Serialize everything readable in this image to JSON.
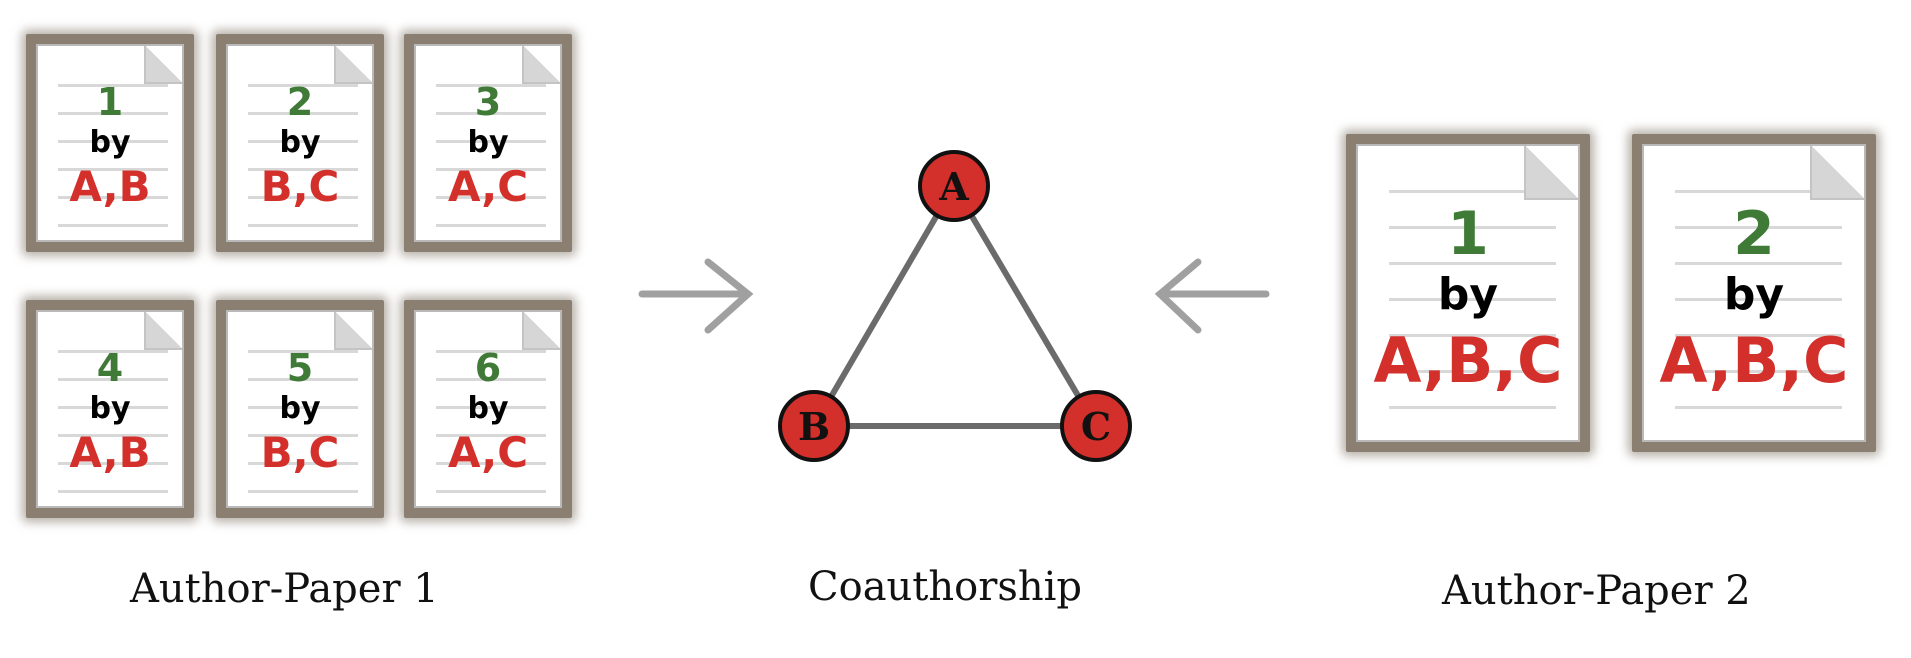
{
  "group1": {
    "caption": "Author-Paper 1",
    "papers": [
      {
        "num": "1",
        "by": "by",
        "authors": "A,B"
      },
      {
        "num": "2",
        "by": "by",
        "authors": "B,C"
      },
      {
        "num": "3",
        "by": "by",
        "authors": "A,C"
      },
      {
        "num": "4",
        "by": "by",
        "authors": "A,B"
      },
      {
        "num": "5",
        "by": "by",
        "authors": "B,C"
      },
      {
        "num": "6",
        "by": "by",
        "authors": "A,C"
      }
    ]
  },
  "center": {
    "caption": "Coauthorship",
    "nodes": [
      {
        "id": "A",
        "label": "A"
      },
      {
        "id": "B",
        "label": "B"
      },
      {
        "id": "C",
        "label": "C"
      }
    ],
    "edges": [
      [
        "A",
        "B"
      ],
      [
        "A",
        "C"
      ],
      [
        "B",
        "C"
      ]
    ]
  },
  "group2": {
    "caption": "Author-Paper 2",
    "papers": [
      {
        "num": "1",
        "by": "by",
        "authors": "A,B,C"
      },
      {
        "num": "2",
        "by": "by",
        "authors": "A,B,C"
      }
    ]
  },
  "colors": {
    "number": "#3f7a37",
    "authors": "#d3302b",
    "node_fill": "#d3302b",
    "edge": "#6b6b6b",
    "arrow": "#a0a0a0"
  }
}
